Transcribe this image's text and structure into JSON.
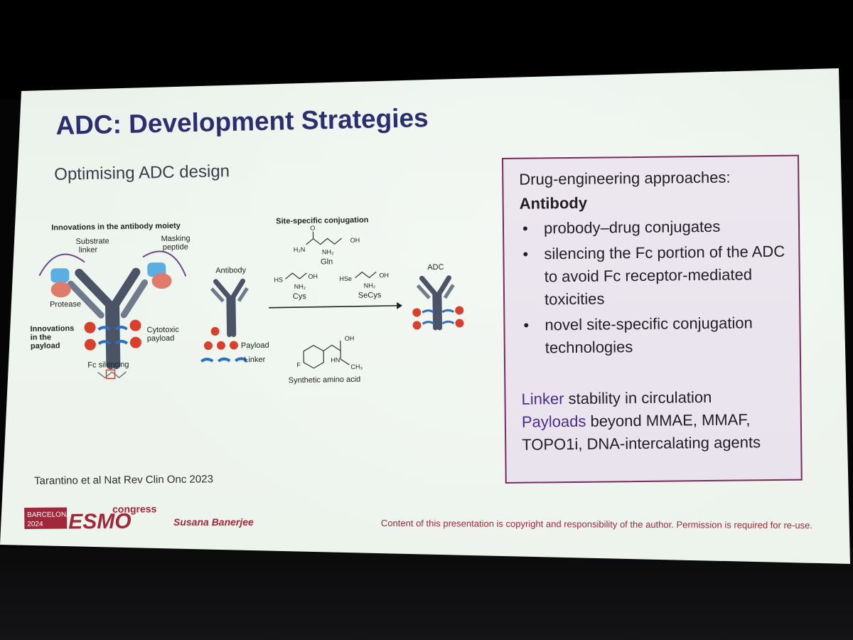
{
  "slide": {
    "title": "ADC: Development Strategies",
    "subtitle": "Optimising ADC design",
    "citation": "Tarantino et al Nat Rev Clin Onc 2023",
    "author": "Susana Banerjee",
    "copyright": "Content of this presentation is copyright and responsibility of the author. Permission is required for re-use.",
    "logo": {
      "city": "BARCELONA",
      "year": "2024",
      "brand": "ESMO",
      "suffix": "congress",
      "color": "#a0283a"
    }
  },
  "figure": {
    "heading_left": "Innovations in the antibody moiety",
    "heading_right": "Site-specific conjugation",
    "substrate_linker_1": "Substrate",
    "substrate_linker_2": "linker",
    "masking_peptide_1": "Masking",
    "masking_peptide_2": "peptide",
    "protease": "Protease",
    "payload_innovations_1": "Innovations",
    "payload_innovations_2": "in the",
    "payload_innovations_3": "payload",
    "cytotoxic_1": "Cytotoxic",
    "cytotoxic_2": "payload",
    "fc_silencing": "Fc silencing",
    "antibody": "Antibody",
    "payload": "Payload",
    "linker": "Linker",
    "adc": "ADC",
    "gln": "Gln",
    "cys": "Cys",
    "secys": "SeCys",
    "synthetic": "Synthetic amino acid",
    "h2n": "H₂N",
    "oh": "OH",
    "nh2": "NH₂",
    "hs": "HS",
    "hse": "HSe",
    "o": "O",
    "hn": "HN",
    "ch3": "CH₃",
    "f": "F"
  },
  "box": {
    "intro": "Drug-engineering approaches:",
    "heading": "Antibody",
    "bullet": "•",
    "items": [
      "probody–drug conjugates",
      "silencing the Fc portion of the ADC to avoid Fc receptor-mediated toxicities",
      "novel site-specific conjugation technologies"
    ],
    "linker_word": "Linker",
    "linker_rest": " stability in circulation",
    "payload_word": "Payloads",
    "payload_rest": " beyond MMAE, MMAF, TOPO1i, DNA-intercalating agents"
  },
  "colors": {
    "title": "#2b2f6e",
    "antibody": "#4a5466",
    "payload": "#d9402b",
    "linker": "#2a6fc4",
    "box_border": "#7a2a5a",
    "accent": "#4b2a8c"
  }
}
